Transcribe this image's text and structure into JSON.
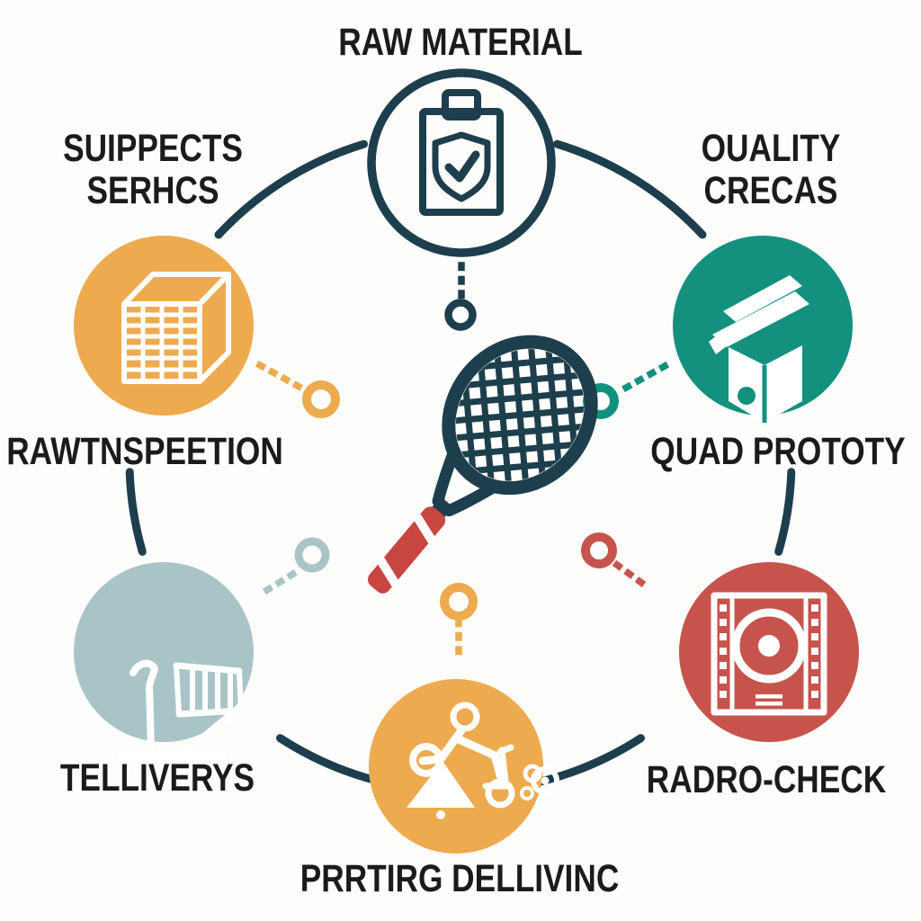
{
  "colors": {
    "dark": "#1d3e4d",
    "orange": "#EDAA4E",
    "teal": "#13917E",
    "slate": "#A9C4C7",
    "red": "#C6544C",
    "racket_handle": "#C8463F",
    "text": "#1b1b1b",
    "background": "#fdfdfb"
  },
  "diagram": {
    "type": "circular-process",
    "center": {
      "icon": "tennis-racket-icon"
    },
    "nodes": [
      {
        "position": "top",
        "label": "RAW MATERIAL",
        "icon": "clipboard-shield-check-icon",
        "style": "outline-dark",
        "color": "#1d3e4d"
      },
      {
        "position": "upper-left",
        "top_caption_line1": "SUIPPECTS",
        "top_caption_line2": "SERHCS",
        "bottom_caption": "RAWTNSPEETION",
        "icon": "cube-grid-icon",
        "color": "#EDAA4E"
      },
      {
        "position": "upper-right",
        "top_caption_line1": "OUALITY",
        "top_caption_line2": "CRECAS",
        "bottom_caption": "QUAD PROTOTY",
        "icon": "open-box-icon",
        "color": "#13917E"
      },
      {
        "position": "lower-left",
        "bottom_caption": "TELLIVERYS",
        "icon": "hand-truck-icon",
        "color": "#A9C4C7"
      },
      {
        "position": "lower-right",
        "bottom_caption": "RADRO-CHECK",
        "icon": "film-reel-icon",
        "color": "#C6544C"
      },
      {
        "position": "bottom",
        "bottom_caption": "PRRTIRG DELLIVINC",
        "icon": "delivery-scooter-icon",
        "color": "#EDAA4E"
      }
    ]
  }
}
